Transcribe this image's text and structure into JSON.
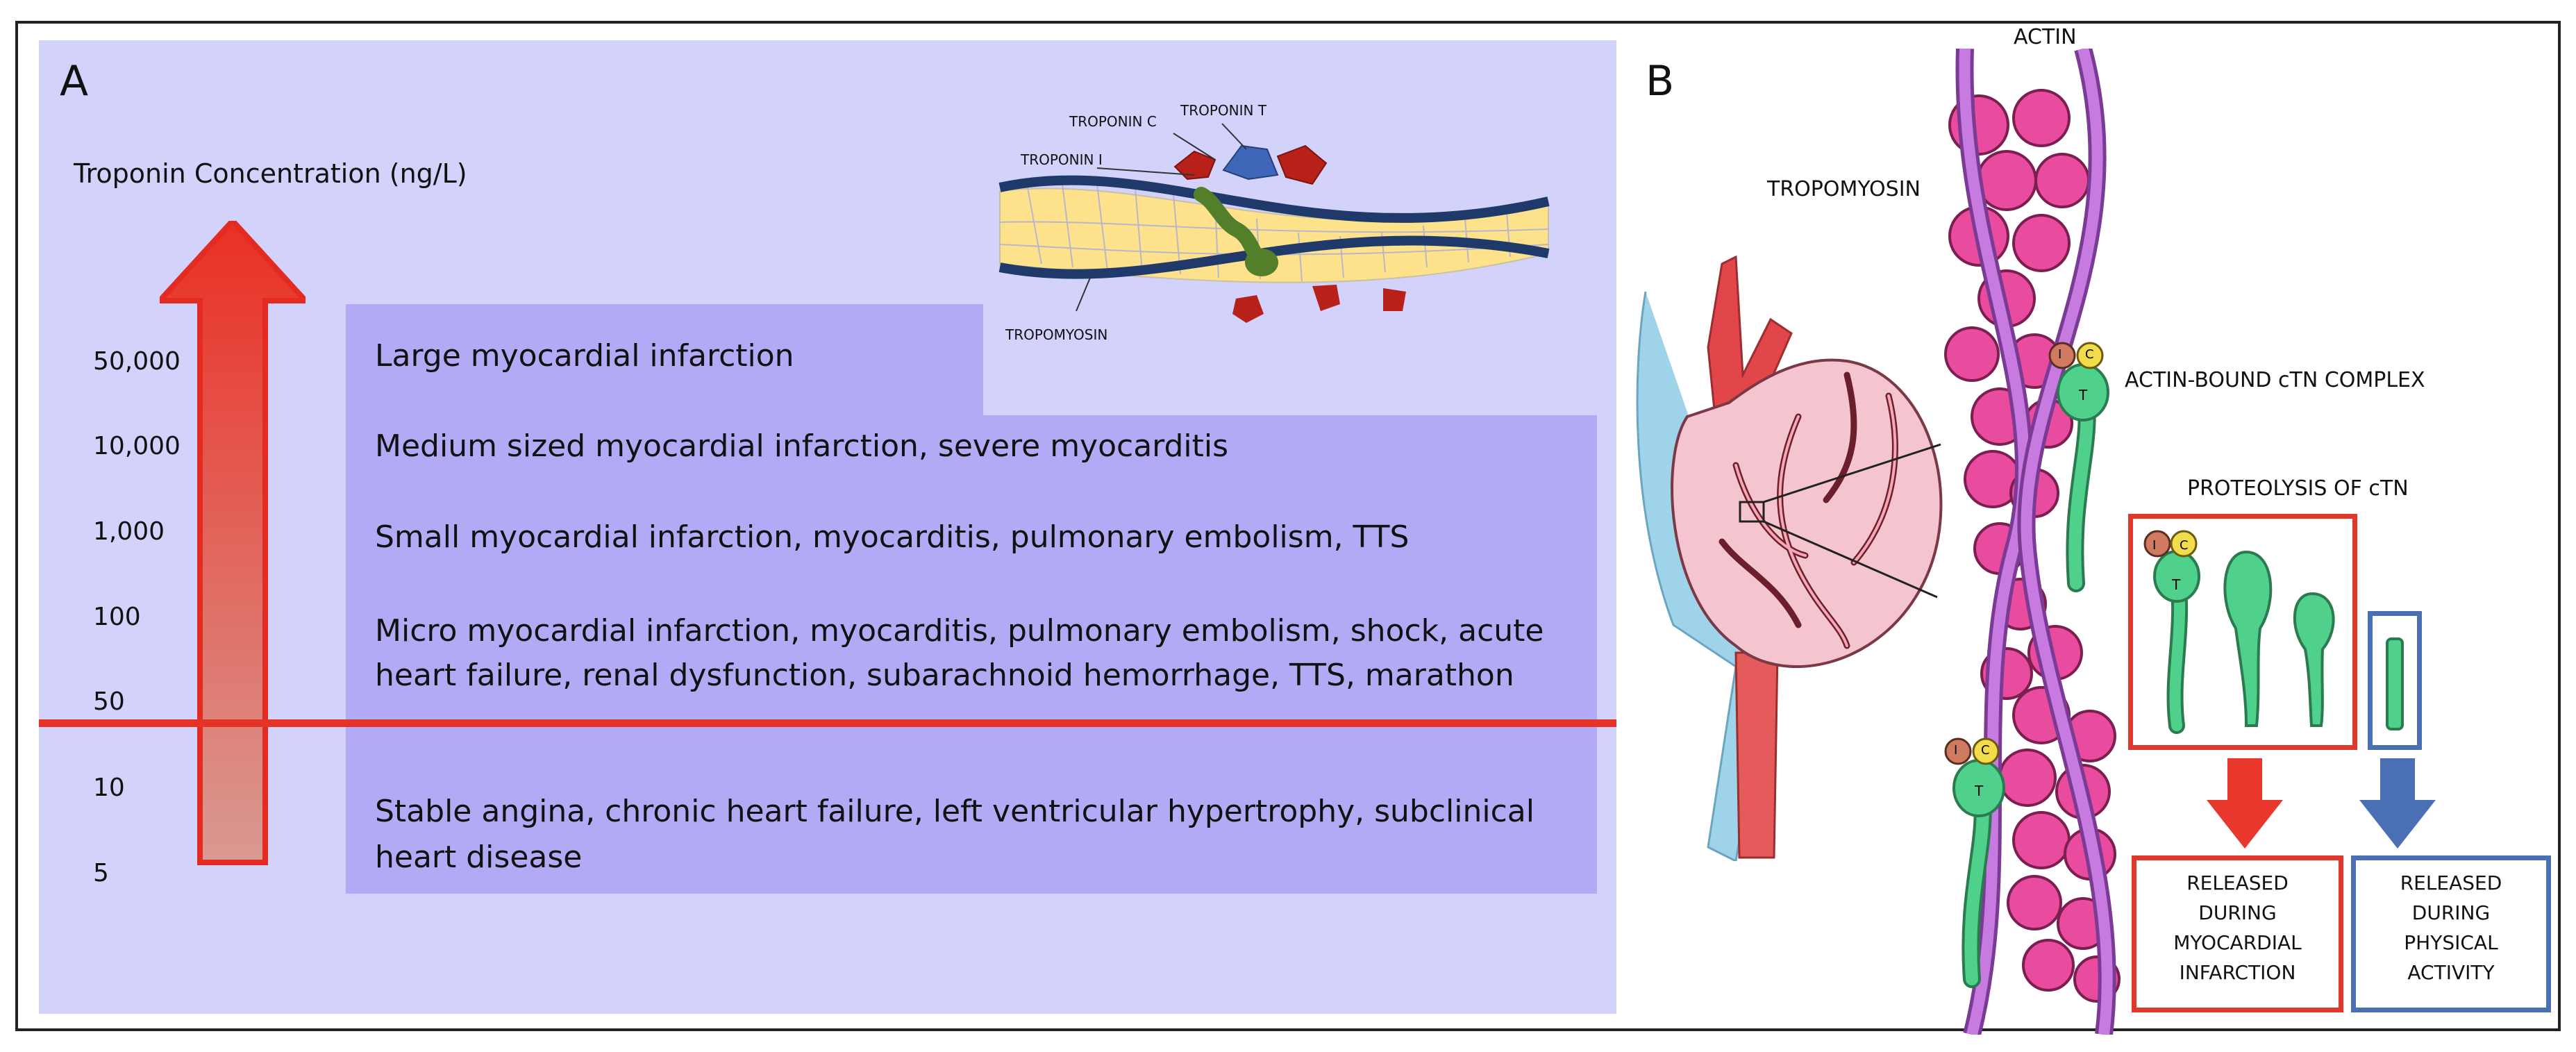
{
  "panel_a": {
    "letter": "A",
    "axis_title": "Troponin Concentration (ng/L)",
    "ticks": [
      "50,000",
      "10,000",
      "1,000",
      "100",
      "50",
      "10",
      "5"
    ],
    "bands": {
      "large": "Large myocardial infarction",
      "medium": "Medium sized myocardial infarction, severe myocarditis",
      "small": "Small myocardial infarction, myocarditis, pulmonary embolism, TTS",
      "micro_line1": "Micro myocardial infarction, myocarditis, pulmonary embolism, shock, acute",
      "micro_line2": "heart failure, renal dysfunction, subarachnoid hemorrhage, TTS, marathon",
      "stable_line1": "Stable angina, chronic heart failure, left ventricular hypertrophy, subclinical",
      "stable_line2": "heart disease"
    },
    "complex_labels": {
      "troponin_c": "TROPONIN C",
      "troponin_t": "TROPONIN T",
      "troponin_i": "TROPONIN I",
      "tropomyosin": "TROPOMYOSIN"
    }
  },
  "panel_b": {
    "letter": "B",
    "actin": "ACTIN",
    "tropomyosin": "TROPOMYOSIN",
    "complex": "ACTIN-BOUND cTN COMPLEX",
    "proteolysis": "PROTEOLYSIS OF cTN",
    "subunit_i": "I",
    "subunit_c": "C",
    "subunit_t": "T",
    "released_mi": [
      "RELEASED",
      "DURING",
      "MYOCARDIAL",
      "INFARCTION"
    ],
    "released_pa": [
      "RELEASED",
      "DURING",
      "PHYSICAL",
      "ACTIVITY"
    ]
  },
  "colors": {
    "panel_a_bg": "#d3d2fb",
    "band_fill": "#b3aaf6",
    "threshold_red": "#e53327",
    "arrow_red": "#e8372c",
    "actin_pink": "#e94c9e",
    "tropomyosin_purple": "#b86ad9",
    "troponin_green": "#4fd08b",
    "mi_red": "#e0392b",
    "pa_blue": "#4a6fb5"
  }
}
